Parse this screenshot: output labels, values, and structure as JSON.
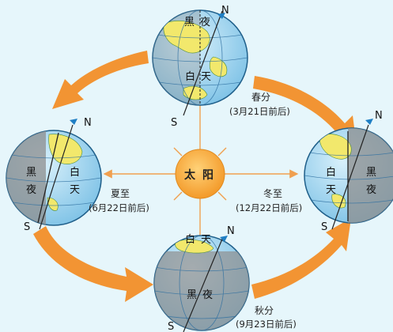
{
  "sun": {
    "label_1": "太",
    "label_2": "阳"
  },
  "labels": {
    "north": "N",
    "south": "S",
    "night_1": "黑",
    "night_2": "夜",
    "day_1": "白",
    "day_2": "天"
  },
  "seasons": {
    "spring_name": "春分",
    "spring_date": "(3月21日前后)",
    "summer_name": "夏至",
    "summer_date": "(6月22日前后)",
    "autumn_name": "秋分",
    "autumn_date": "(9月23日前后)",
    "winter_name": "冬至",
    "winter_date": "(12月22日前后)"
  },
  "colors": {
    "background": "#e6f6fb",
    "ocean": "#9fd4ee",
    "night_shade": "#9a9a9a",
    "land": "#f2e86c",
    "arrow": "#f29433",
    "sun": "#f7b13a",
    "ray": "#f0a050"
  }
}
